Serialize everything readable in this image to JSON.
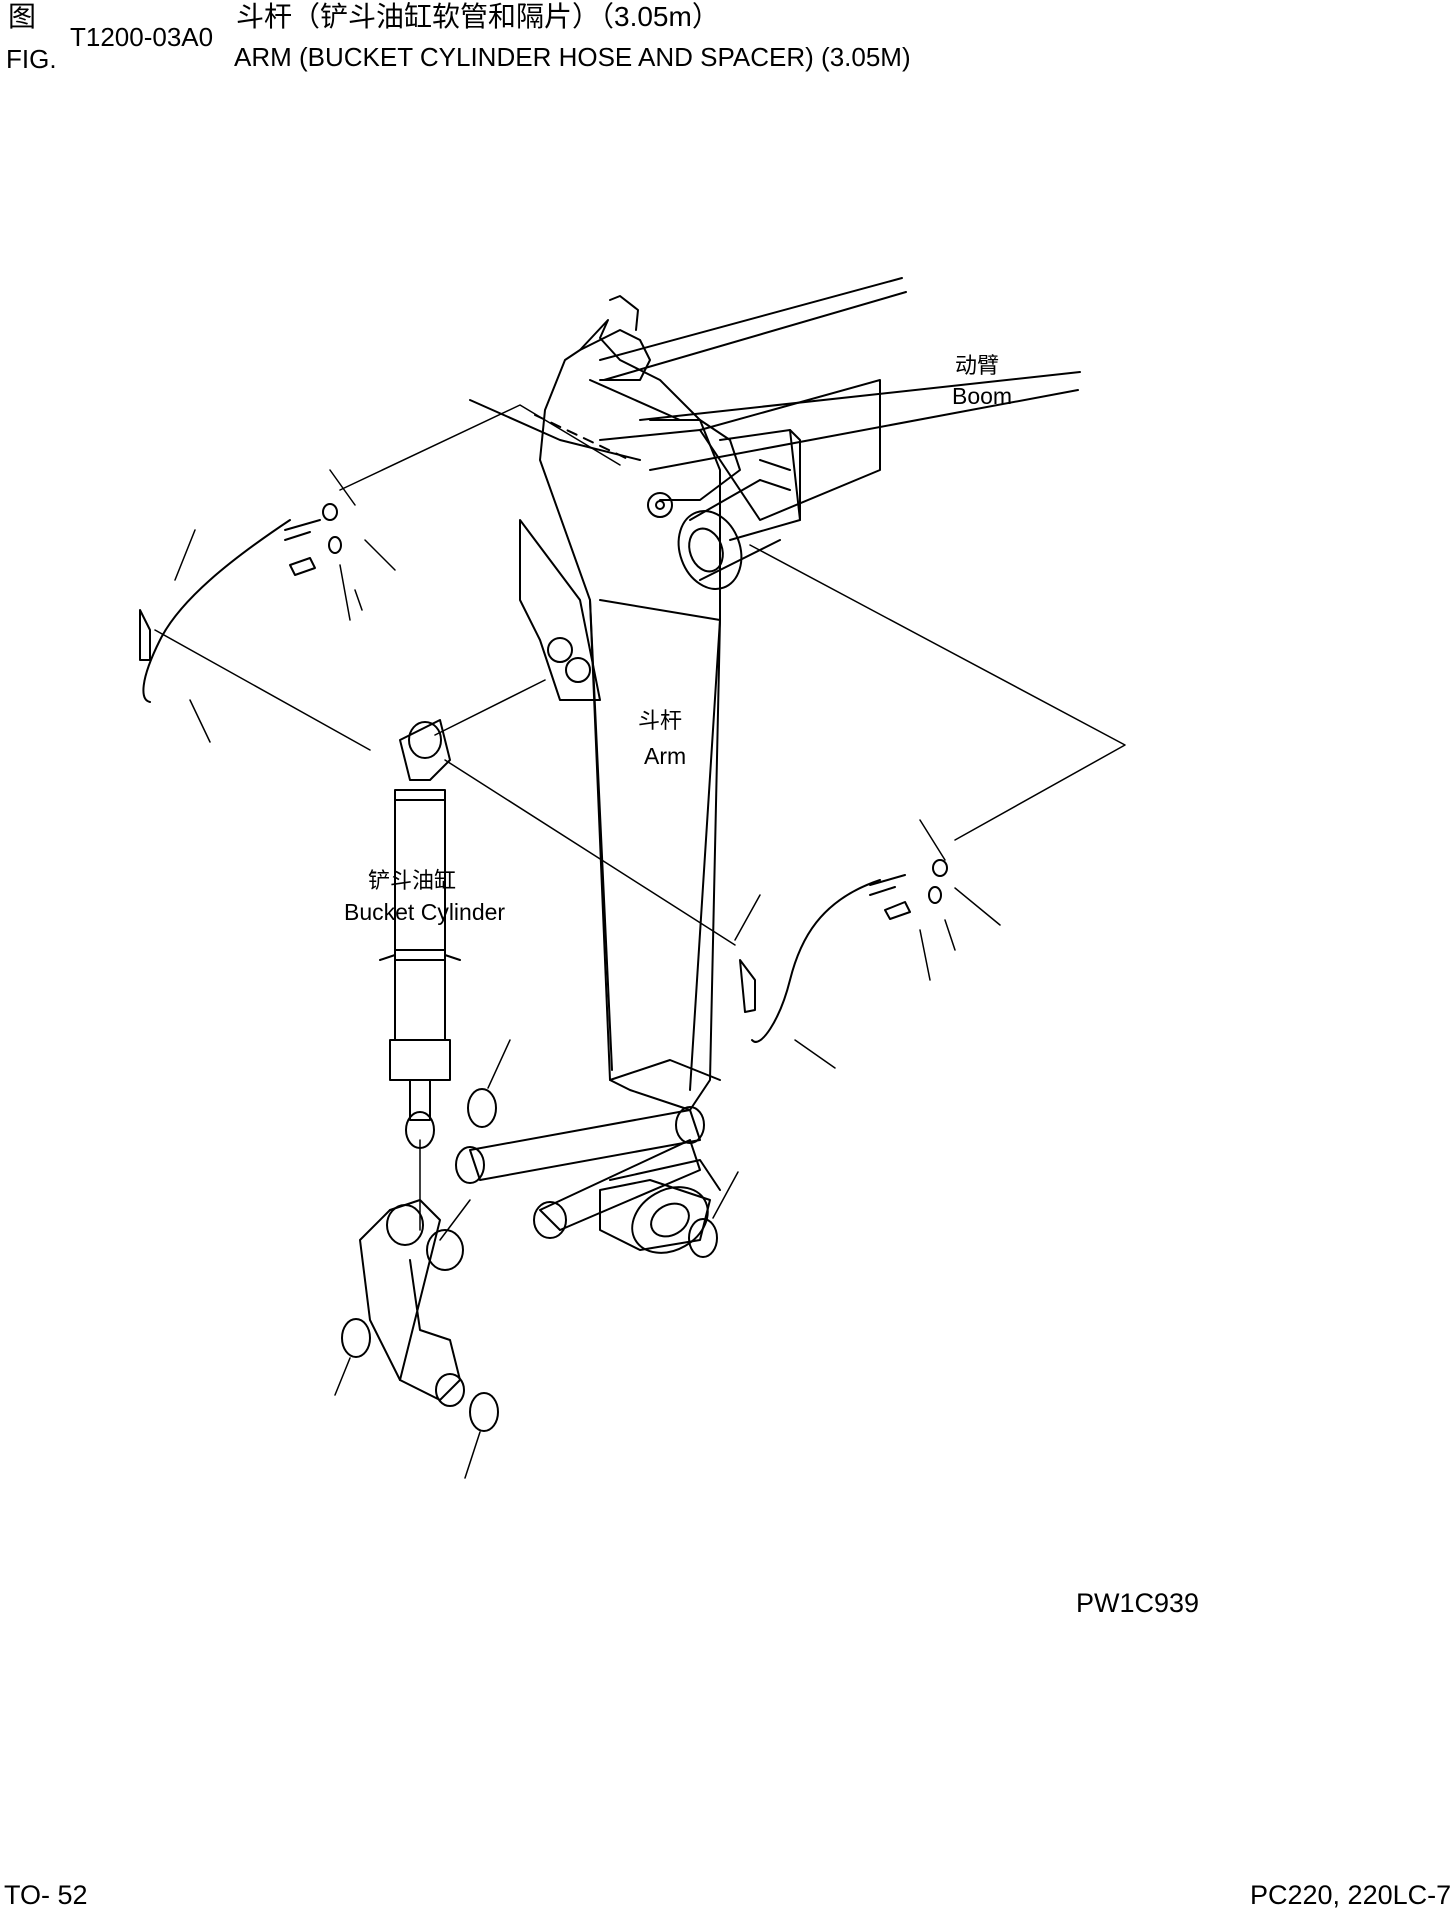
{
  "header": {
    "fig_cn": "图",
    "fig_en": "FIG.",
    "fig_number": "T1200-03A0",
    "title_cn": "斗杆（铲斗油缸软管和隔片）（3.05m）",
    "title_en": "ARM (BUCKET CYLINDER HOSE AND SPACER) (3.05M)"
  },
  "labels": {
    "boom_cn": "动臂",
    "boom_en": "Boom",
    "arm_cn": "斗杆",
    "arm_en": "Arm",
    "cylinder_cn": "铲斗油缸",
    "cylinder_en": "Bucket Cylinder"
  },
  "drawing_code": "PW1C939",
  "footer": {
    "page": "TO- 52",
    "models": "PC220, 220LC-7"
  }
}
